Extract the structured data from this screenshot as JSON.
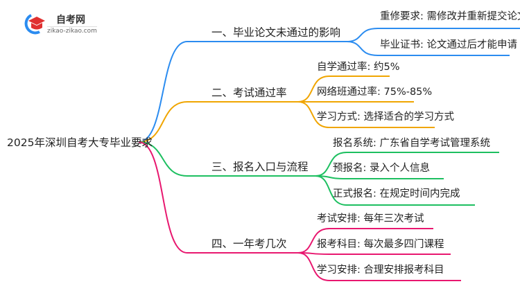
{
  "logo": {
    "name": "自考网",
    "url": "zikao-zikao.com"
  },
  "root": {
    "label": "2025年深圳自考大专毕业要求"
  },
  "branches": [
    {
      "label": "一、毕业论文未通过的影响",
      "color": "#2b8cf0",
      "children": [
        "重修要求: 需修改并重新提交论文",
        "毕业证书: 论文通过后才能申请"
      ]
    },
    {
      "label": "二、考试通过率",
      "color": "#f0a500",
      "children": [
        "自学通过率: 约5%",
        "网络班通过率: 75%-85%",
        "学习方式: 选择适合的学习方式"
      ]
    },
    {
      "label": "三、报名入口与流程",
      "color": "#1dbf60",
      "children": [
        "报名系统: 广东省自学考试管理系统",
        "预报名: 录入个人信息",
        "正式报名: 在规定时间内完成"
      ]
    },
    {
      "label": "四、一年考几次",
      "color": "#e8176f",
      "children": [
        "考试安排: 每年三次考试",
        "报考科目: 每次最多四门课程",
        "学习安排: 合理安排报考科目"
      ]
    }
  ]
}
